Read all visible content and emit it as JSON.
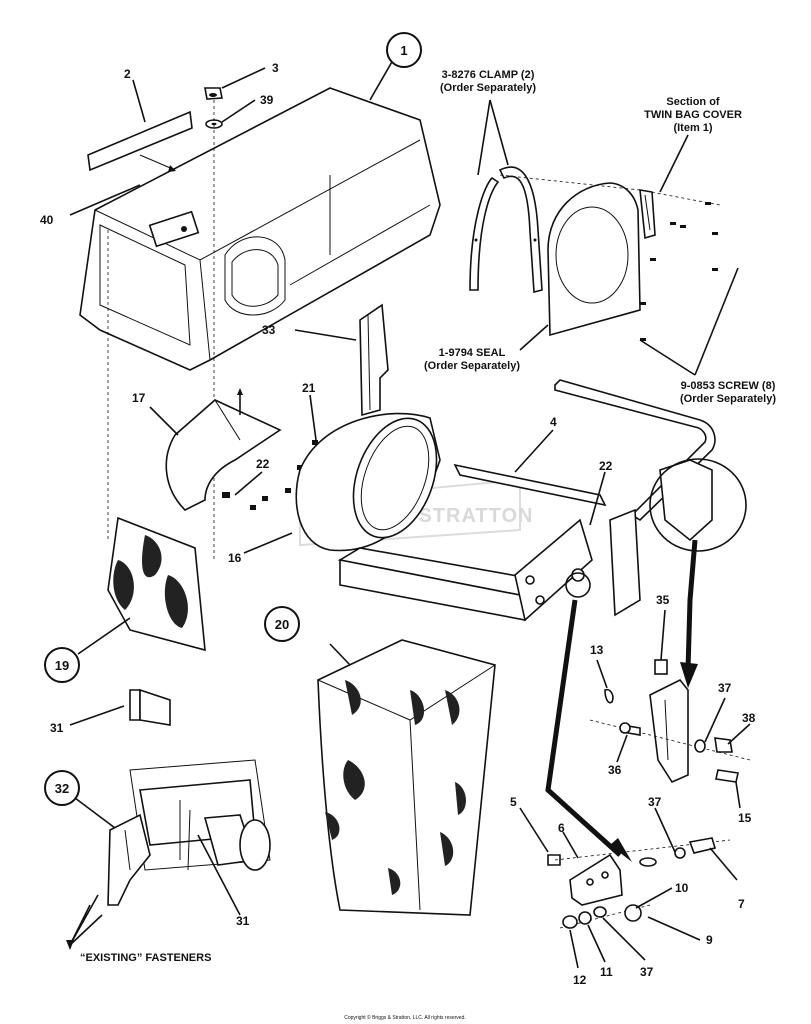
{
  "diagram": {
    "watermark": "BRIGGS & STRATTON",
    "copyright": "Copyright © Briggs & Stratton, LLC. All rights reserved.",
    "circled_callouts": {
      "c1": "1",
      "c19": "19",
      "c20": "20",
      "c32": "32"
    },
    "callouts": {
      "n2": "2",
      "n3": "3",
      "n39": "39",
      "n40": "40",
      "n33": "33",
      "n17": "17",
      "n21": "21",
      "n22a": "22",
      "n22b": "22",
      "n16": "16",
      "n4": "4",
      "n31a": "31",
      "n31b": "31",
      "n35": "35",
      "n13": "13",
      "n37a": "37",
      "n38": "38",
      "n36": "36",
      "n15": "15",
      "n5": "5",
      "n6": "6",
      "n37b": "37",
      "n7": "7",
      "n10": "10",
      "n9": "9",
      "n12": "12",
      "n11": "11",
      "n37c": "37"
    },
    "notes": {
      "clamp_line1": "3-8276 CLAMP (2)",
      "clamp_line2": "(Order Separately)",
      "section_line1": "Section of",
      "section_line2": "TWIN BAG COVER",
      "section_line3": "(Item 1)",
      "seal_line1": "1-9794 SEAL",
      "seal_line2": "(Order Separately)",
      "screw_line1": "9-0853 SCREW (8)",
      "screw_line2": "(Order Separately)",
      "existing": "“EXISTING” FASTENERS"
    }
  }
}
